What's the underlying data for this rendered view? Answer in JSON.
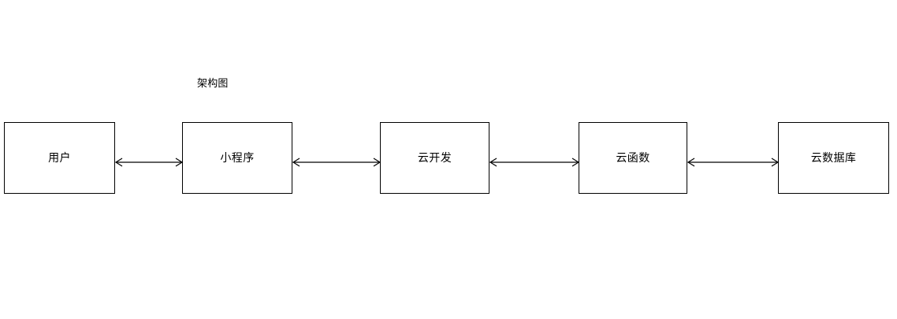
{
  "diagram": {
    "title": "架构图",
    "background_color": "#ffffff",
    "line_color": "#000000",
    "text_color": "#000000",
    "orientation": "horizontal",
    "nodes": [
      {
        "id": "user",
        "label": "用户"
      },
      {
        "id": "miniapp",
        "label": "小程序"
      },
      {
        "id": "clouddev",
        "label": "云开发"
      },
      {
        "id": "cloudfunc",
        "label": "云函数"
      },
      {
        "id": "clouddb",
        "label": "云数据库"
      }
    ],
    "connectors": [
      {
        "id": "edge-user-miniapp",
        "from": "用户",
        "to": "小程序",
        "type": "bidirectional-arrow",
        "label": ""
      },
      {
        "id": "edge-miniapp-clouddev",
        "from": "小程序",
        "to": "云开发",
        "type": "bidirectional-arrow",
        "label": ""
      },
      {
        "id": "edge-clouddev-cloudfunc",
        "from": "云开发",
        "to": "云函数",
        "type": "bidirectional-arrow",
        "label": ""
      },
      {
        "id": "edge-cloudfunc-clouddb",
        "from": "云函数",
        "to": "云数据库",
        "type": "bidirectional-arrow",
        "label": ""
      }
    ]
  }
}
